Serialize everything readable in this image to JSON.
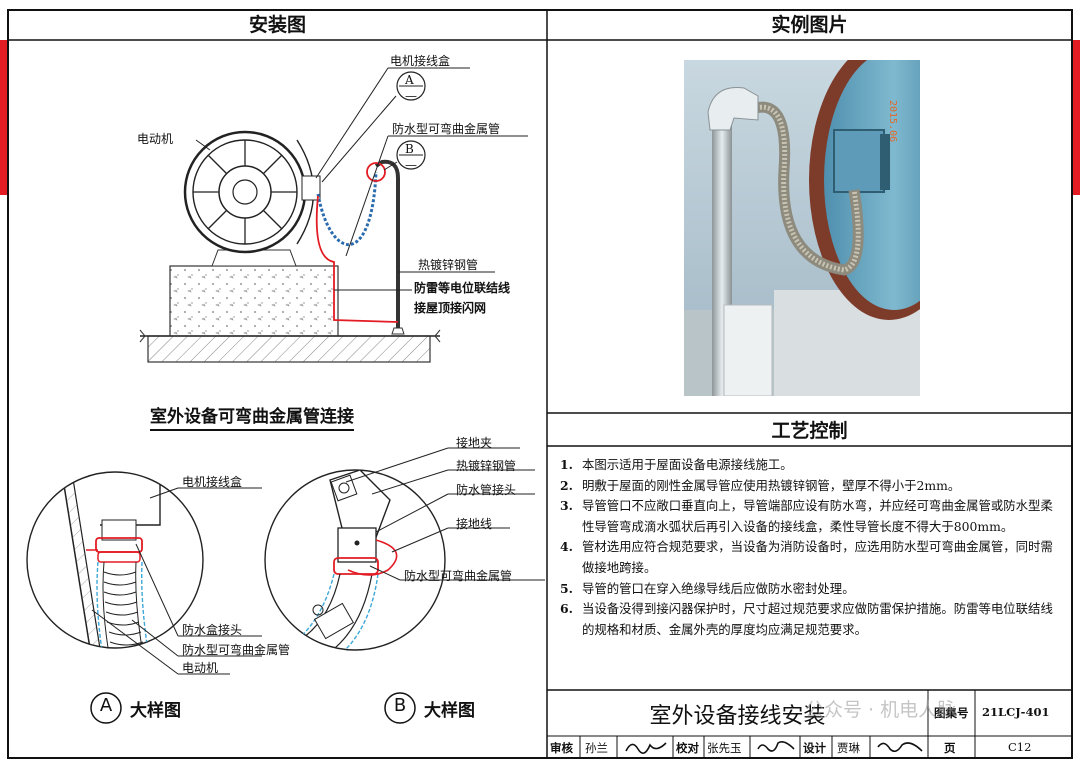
{
  "headers": {
    "installation": "安装图",
    "example_photo": "实例图片",
    "process_control": "工艺控制"
  },
  "main_diagram": {
    "caption": "室外设备可弯曲金属管连接",
    "labels": {
      "motor_junction_box": "电机接线盒",
      "callout_a": "A",
      "motor": "电动机",
      "waterproof_conduit": "防水型可弯曲金属管",
      "callout_b": "B",
      "galvanized_pipe": "热镀锌钢管",
      "bonding_line": "防雷等电位联结线",
      "roof_grid": "接屋顶接闪网",
      "dash": "—"
    }
  },
  "detail_a": {
    "title": "大样图",
    "callout": "A",
    "labels": {
      "motor_junction_box": "电机接线盒",
      "waterproof_box_connector": "防水盒接头",
      "waterproof_conduit": "防水型可弯曲金属管",
      "motor": "电动机"
    }
  },
  "detail_b": {
    "title": "大样图",
    "callout": "B",
    "labels": {
      "ground_clamp": "接地夹",
      "galvanized_pipe": "热镀锌钢管",
      "waterproof_pipe_connector": "防水管接头",
      "ground_wire": "接地线",
      "waterproof_conduit": "防水型可弯曲金属管"
    }
  },
  "notes": [
    {
      "num": "1.",
      "text": "本图示适用于屋面设备电源接线施工。"
    },
    {
      "num": "2.",
      "text": "明敷于屋面的刚性金属导管应使用热镀锌钢管，壁厚不得小于2mm。"
    },
    {
      "num": "3.",
      "text": "导管管口不应敞口垂直向上，导管端部应设有防水弯，并应经可弯曲金属管或防水型柔性导管弯成滴水弧状后再引入设备的接线盒，柔性导管长度不得大于800mm。"
    },
    {
      "num": "4.",
      "text": "管材选用应符合规范要求，当设备为消防设备时，应选用防水型可弯曲金属管，同时需做接地跨接。"
    },
    {
      "num": "5.",
      "text": "导管的管口在穿入绝缘导线后应做防水密封处理。"
    },
    {
      "num": "6.",
      "text": "当设备没得到接闪器保护时，尺寸超过规范要求应做防雷保护措施。防雷等电位联结线的规格和材质、金属外壳的厚度均应满足规范要求。"
    }
  ],
  "title_block": {
    "title": "室外设备接线安装",
    "atlas_label": "图集号",
    "atlas_no": "21LCJ-401",
    "review_label": "审核",
    "reviewer": "孙兰",
    "check_label": "校对",
    "checker": "张先玉",
    "design_label": "设计",
    "designer": "贾琳",
    "page_label": "页",
    "page_no": "C12"
  },
  "watermark": "公众号 · 机电人脉",
  "photo_stamp": "2015.06"
}
